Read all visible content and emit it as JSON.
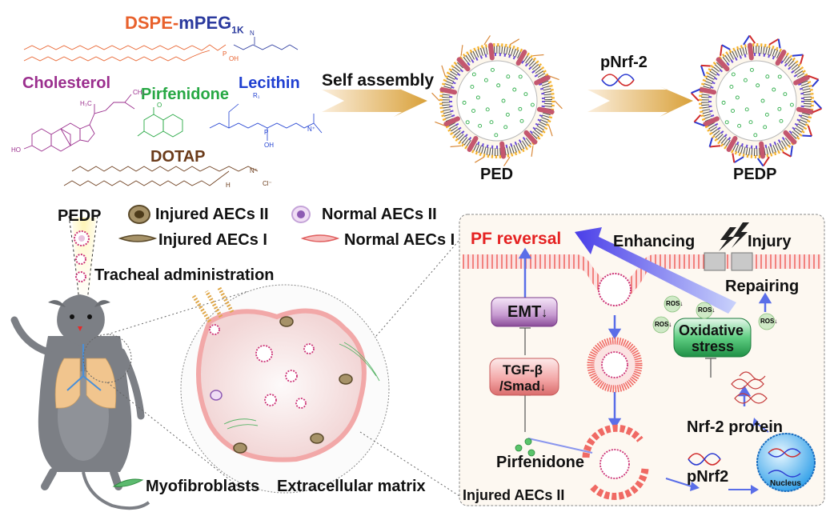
{
  "chemicals": {
    "dspe_a": "DSPE-",
    "dspe_b": "mPEG",
    "dspe_sub": "1K",
    "cholesterol": "Cholesterol",
    "pirfenidone": "Pirfenidone",
    "lecithin": "Lecithin",
    "dotap": "DOTAP",
    "atom_ho": "HO",
    "atom_h3c": "H₃C",
    "atom_ch3": "CH₃",
    "atom_nplus": "N⁺",
    "atom_cl": "Cl⁻",
    "atom_p": "P",
    "atom_oh": "OH",
    "atom_o": "O",
    "atom_n": "N",
    "atom_h": "H",
    "atom_r1": "R₁"
  },
  "process": {
    "self_assembly": "Self assembly",
    "pnrf2_top": "pNrf-2",
    "ped": "PED",
    "pedp": "PEDP"
  },
  "lower_left": {
    "pedp_label": "PEDP",
    "tracheal": "Tracheal administration",
    "legend_injured_aec2": "Injured AECs II",
    "legend_normal_aec2": "Normal AECs II",
    "legend_injured_aec1": "Injured AECs I",
    "legend_normal_aec1": "Normal AECs I",
    "myofibroblasts": "Myofibroblasts",
    "ecm": "Extracellular matrix"
  },
  "mechanism": {
    "pf_reversal": "PF reversal",
    "enhancing": "Enhancing",
    "injury": "Injury",
    "repairing": "Repairing",
    "emt": "EMT",
    "emt_arrow": "↓",
    "tgf_line1": "TGF-β",
    "tgf_line2": "/Smad",
    "tgf_arrow": "↓",
    "oxidative_line1": "Oxidative",
    "oxidative_line2": "stress",
    "ros": "ROS↓",
    "nrf2_protein": "Nrf-2 protein",
    "pirfenidone": "Pirfenidone",
    "pnrf2": "pNrf2",
    "nucleus": "Nucleus",
    "injured_aecs_ii": "Injured AECs II"
  },
  "colors": {
    "dspe": "#e8612c",
    "mpeg": "#2b3a9e",
    "cholesterol": "#9b2f8e",
    "pirfenidone": "#27a844",
    "lecithin": "#1f3fd1",
    "dotap": "#6b3b1a",
    "pf_reversal": "#e52222",
    "arrow_gold": "#d9a13a",
    "arrow_blue": "#4a3ee8",
    "membrane": "#f06a64",
    "oxidative": "#2fb35a",
    "emt": "#9a5ea8",
    "tgf": "#e67f7f"
  }
}
